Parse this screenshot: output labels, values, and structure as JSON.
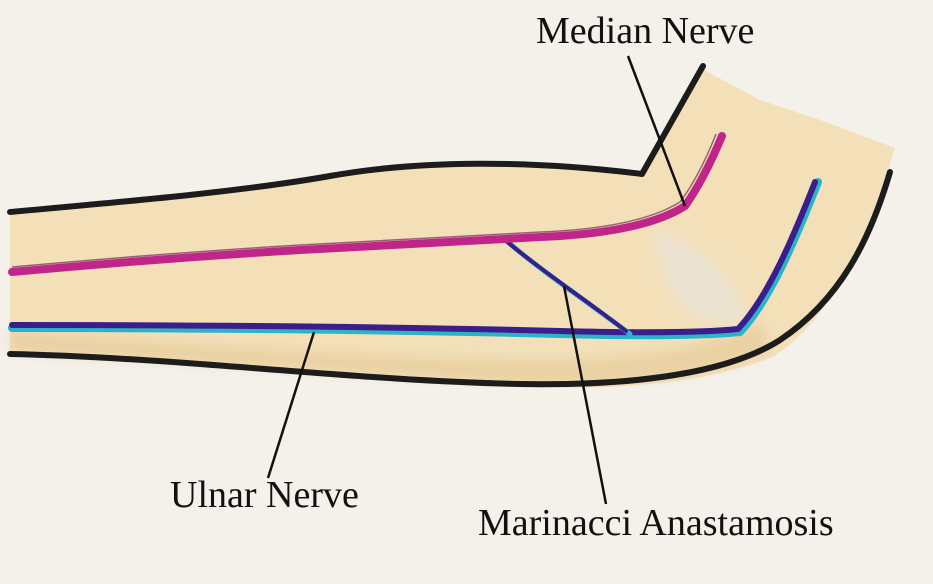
{
  "labels": {
    "median": "Median Nerve",
    "ulnar": "Ulnar Nerve",
    "marinacci": "Marinacci Anastamosis"
  },
  "colors": {
    "paper": "#f4f0ea",
    "skin": "#f2ddb0",
    "outline": "#1c1c1c",
    "median_nerve": "#c0268a",
    "ulnar_nerve": "#3a1f8c",
    "ulnar_highlight": "#2bb3c9",
    "leader_line": "#111111"
  }
}
